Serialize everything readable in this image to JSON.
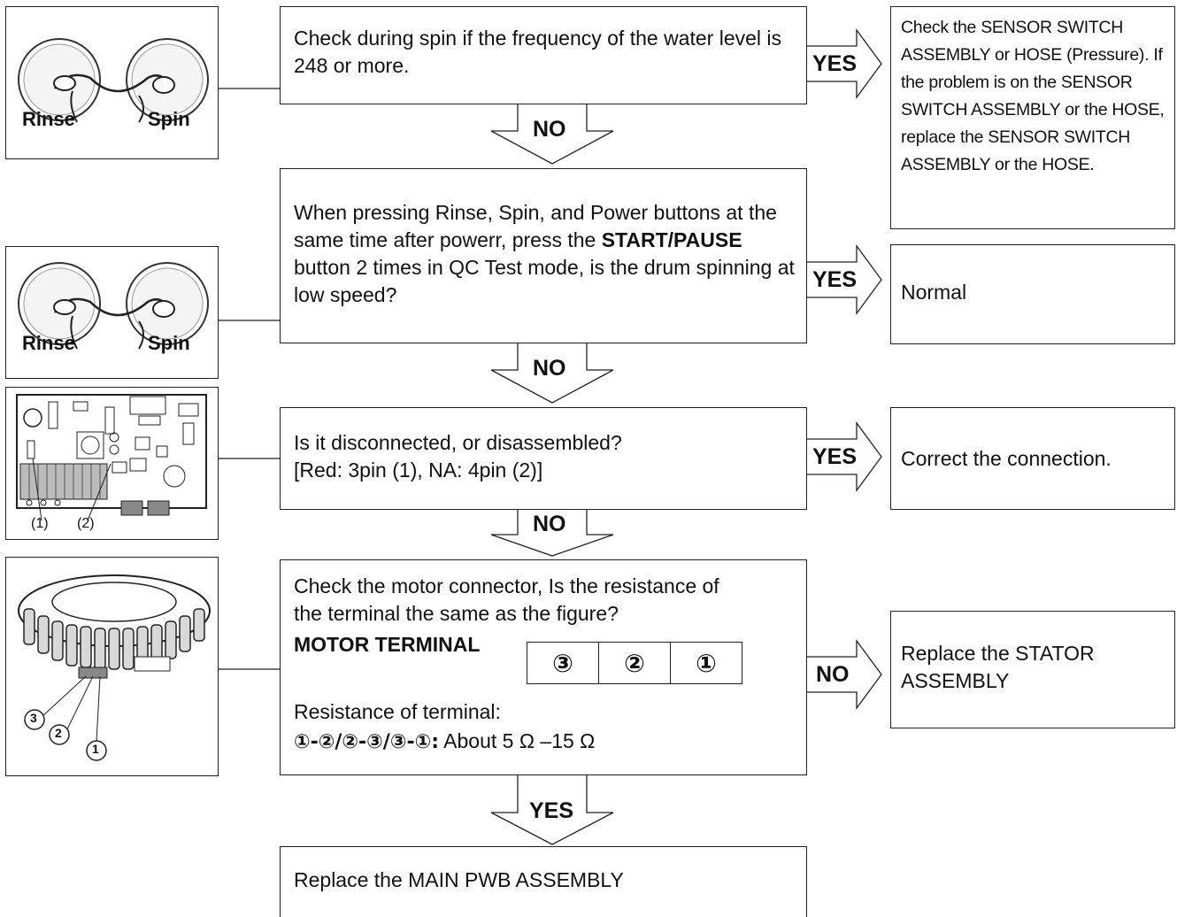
{
  "steps": {
    "s1": {
      "text": "Check during spin if the frequency of the water level is 248 or more."
    },
    "s2": {
      "text_a": "When pressing Rinse, Spin, and Power buttons at the same time after powerr, press the",
      "text_bold": "START/PAUSE",
      "text_b": "button 2 times in QC Test mode, is the drum spinning at low speed?"
    },
    "s3": {
      "line1": "Is it disconnected, or disassembled?",
      "line2": "[Red: 3pin (1), NA: 4pin (2)]"
    },
    "s4": {
      "line1": "Check the motor connector, Is the resistance of",
      "line2": "the terminal the same as the figure?",
      "terminal_title": "MOTOR TERMINAL",
      "terminals": [
        "③",
        "②",
        "①"
      ],
      "resistance_label": "Resistance of terminal:",
      "resistance_pairs": "①-②/②-③/③-①:",
      "resistance_value": "About 5 Ω –15 Ω"
    },
    "s5": {
      "text": "Replace the MAIN PWB ASSEMBLY"
    }
  },
  "results": {
    "r1": {
      "text": "Check the SENSOR SWITCH ASSEMBLY or HOSE (Pressure). If the problem is on the SENSOR SWITCH ASSEMBLY or the HOSE, replace the SENSOR SWITCH ASSEMBLY or the HOSE."
    },
    "r2": {
      "text": "Normal"
    },
    "r3": {
      "text": "Correct the connection."
    },
    "r4": {
      "text": "Replace the STATOR ASSEMBLY"
    }
  },
  "arrows": {
    "yes1": "YES",
    "yes2": "YES",
    "yes3": "YES",
    "no4": "NO",
    "down1": "NO",
    "down2": "NO",
    "down3": "NO",
    "down4": "YES"
  },
  "images": {
    "buttons": {
      "left": "Rinse",
      "right": "Spin"
    },
    "pcb": {
      "label1": "(1)",
      "label2": "(2)"
    },
    "motor": {
      "l3": "3",
      "l2": "2",
      "l1": "1"
    }
  }
}
